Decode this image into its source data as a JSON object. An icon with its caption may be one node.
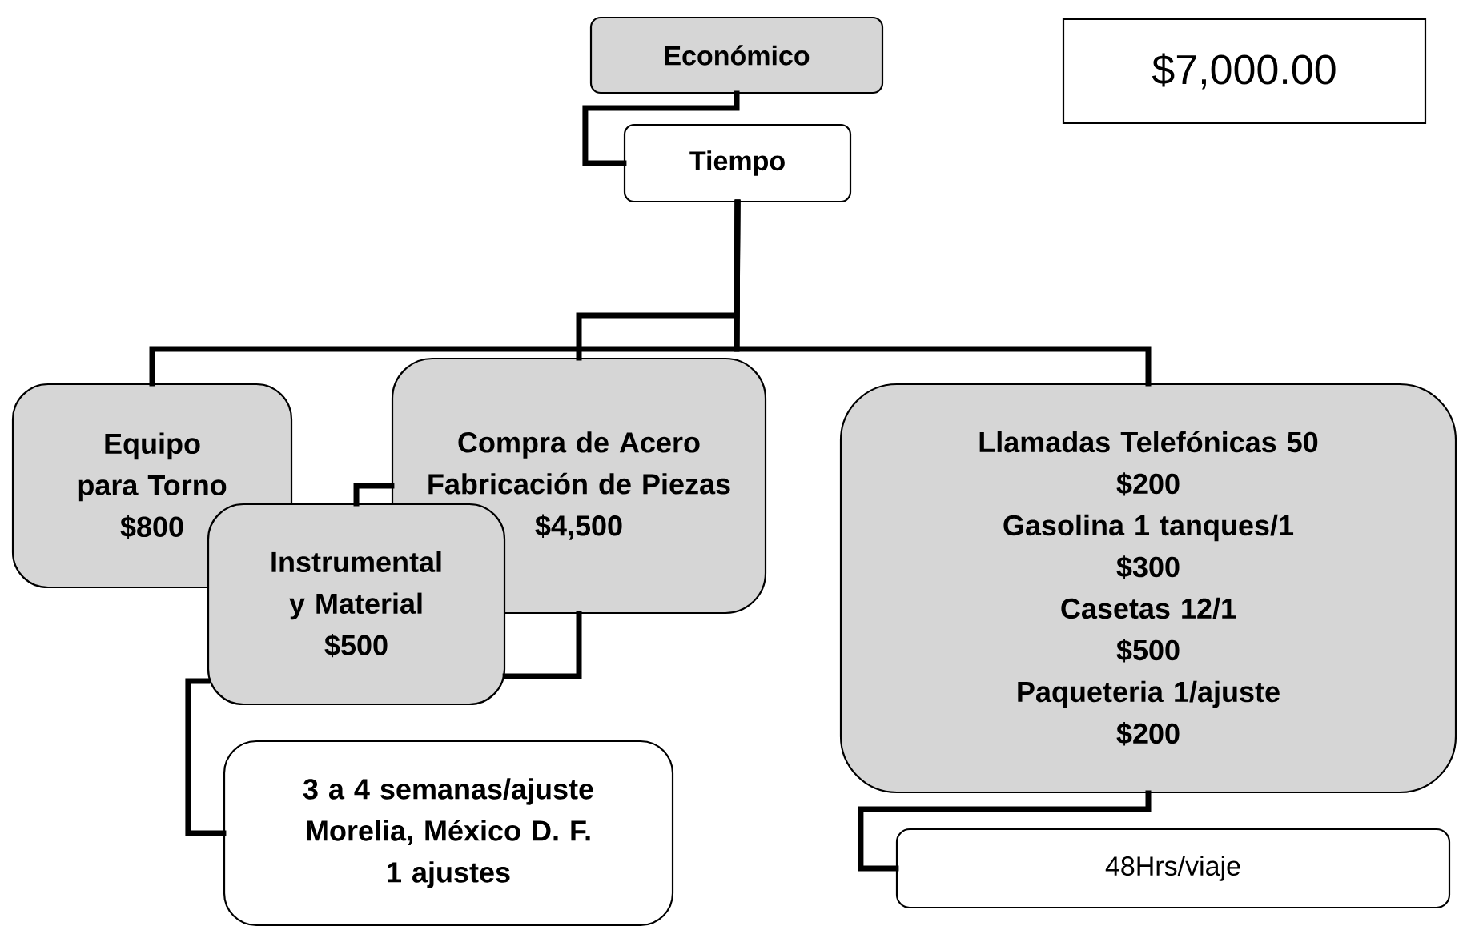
{
  "diagram": {
    "nodes": [
      {
        "text": [
          "Económico"
        ]
      },
      {
        "text": [
          "Tiempo"
        ]
      },
      {
        "text": [
          "Equipo para Torno",
          "$800"
        ]
      },
      {
        "text": [
          "Compra de Acero",
          "Fabricación de Piezas",
          "$4,500"
        ]
      },
      {
        "text": [
          "Instrumental y Material",
          "$500"
        ]
      },
      {
        "text": [
          "3 a 4 semanas/ajuste",
          "Morelia, México D. F.",
          "1 ajustes"
        ]
      },
      {
        "text": [
          "Llamadas Telefónicas 50",
          "$200",
          "Gasolina 1 tanques/1",
          "$300",
          "Casetas 12/1",
          "$500",
          "Paqueteria 1/ajuste",
          "$200"
        ]
      },
      {
        "text": [
          "48Hrs/viaje"
        ]
      },
      {
        "text": [
          "$7,000.00"
        ]
      }
    ],
    "edges": [
      {
        "from": 0,
        "to": 1,
        "arrow": "none"
      },
      {
        "from": 1,
        "to": 2,
        "arrow": "none"
      },
      {
        "from": 1,
        "to": 3,
        "arrow": "none"
      },
      {
        "from": 1,
        "to": 6,
        "arrow": "none"
      },
      {
        "from": 3,
        "to": 4,
        "arrow": "none"
      },
      {
        "from": 3,
        "to": 4,
        "arrow": "none"
      },
      {
        "from": 4,
        "to": 5,
        "arrow": "none"
      },
      {
        "from": 6,
        "to": 7,
        "arrow": "none"
      }
    ]
  }
}
